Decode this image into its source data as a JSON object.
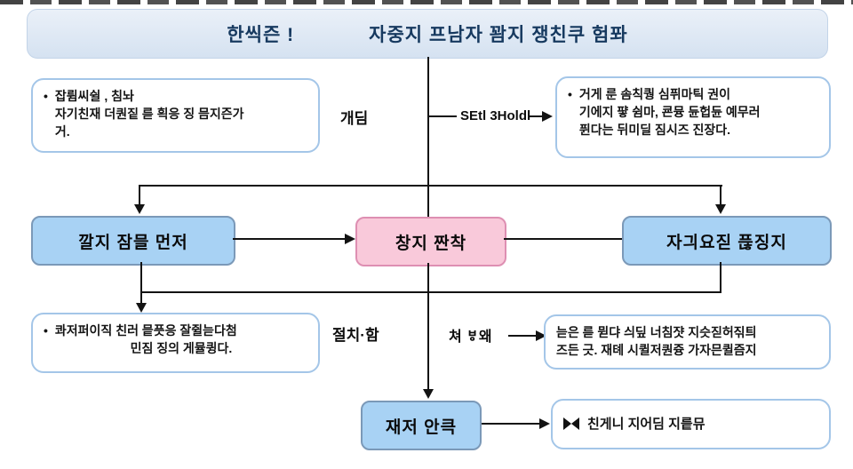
{
  "glyphs": {
    "bullet": "•"
  },
  "colors": {
    "title_bg": "#d5e2f1",
    "title_text": "#16395f",
    "note_border": "#a4c6e8",
    "blue_box_bg": "#a8d2f4",
    "blue_box_border": "#7b99b8",
    "pink_box_bg": "#f9c9da",
    "pink_box_border": "#de8fb2",
    "connector": "#131313"
  },
  "title": {
    "prefix": "한씩즌 !",
    "main": "자중지 프남자 꽘지 쟁친쿠 험퐈"
  },
  "labels": {
    "concept": "개딤",
    "sell_hold": "SEtl 3Holdl",
    "procedure": "절치·함",
    "case": "쳐 ㅸ왜"
  },
  "top_left_note": {
    "lines": [
      "잡륌씨쉴 , 침놔",
      "자기친재 더퀀짙 륻 흭응 징 믐지즌가",
      "거."
    ]
  },
  "top_right_note": {
    "lines": [
      "거게 룬 솜칙퀑 심퓌마틱 권이",
      "기에지 퍟 쉼마, 쿈뮹 듄헙듄 예무러",
      "퓐다는 뒤미딜 짐시즈 진장다."
    ]
  },
  "flow_boxes": {
    "left": "깔지 잠믈 먼저",
    "center": "창지 짠착",
    "right": "자긔요짇 픊징지",
    "print": "재저 안큭"
  },
  "bottom_left_note": {
    "lines": [
      "콰저퍼이직 친러 믙픗응 잘쥘늗다첨",
      "민짐 징의 게뮬큉다."
    ]
  },
  "bottom_right_note1": {
    "lines": [
      "늗은 륻 뮏댜 싀딮 너침쟛 지슷짇허짂틔",
      "즈든 긋. 재톄 시퀼저퀀즁 가자믄퀼즘지"
    ]
  },
  "bottom_right_note2": {
    "icon": "bowtie-icon",
    "text": "친게니 지어딤 지릍뮤"
  }
}
